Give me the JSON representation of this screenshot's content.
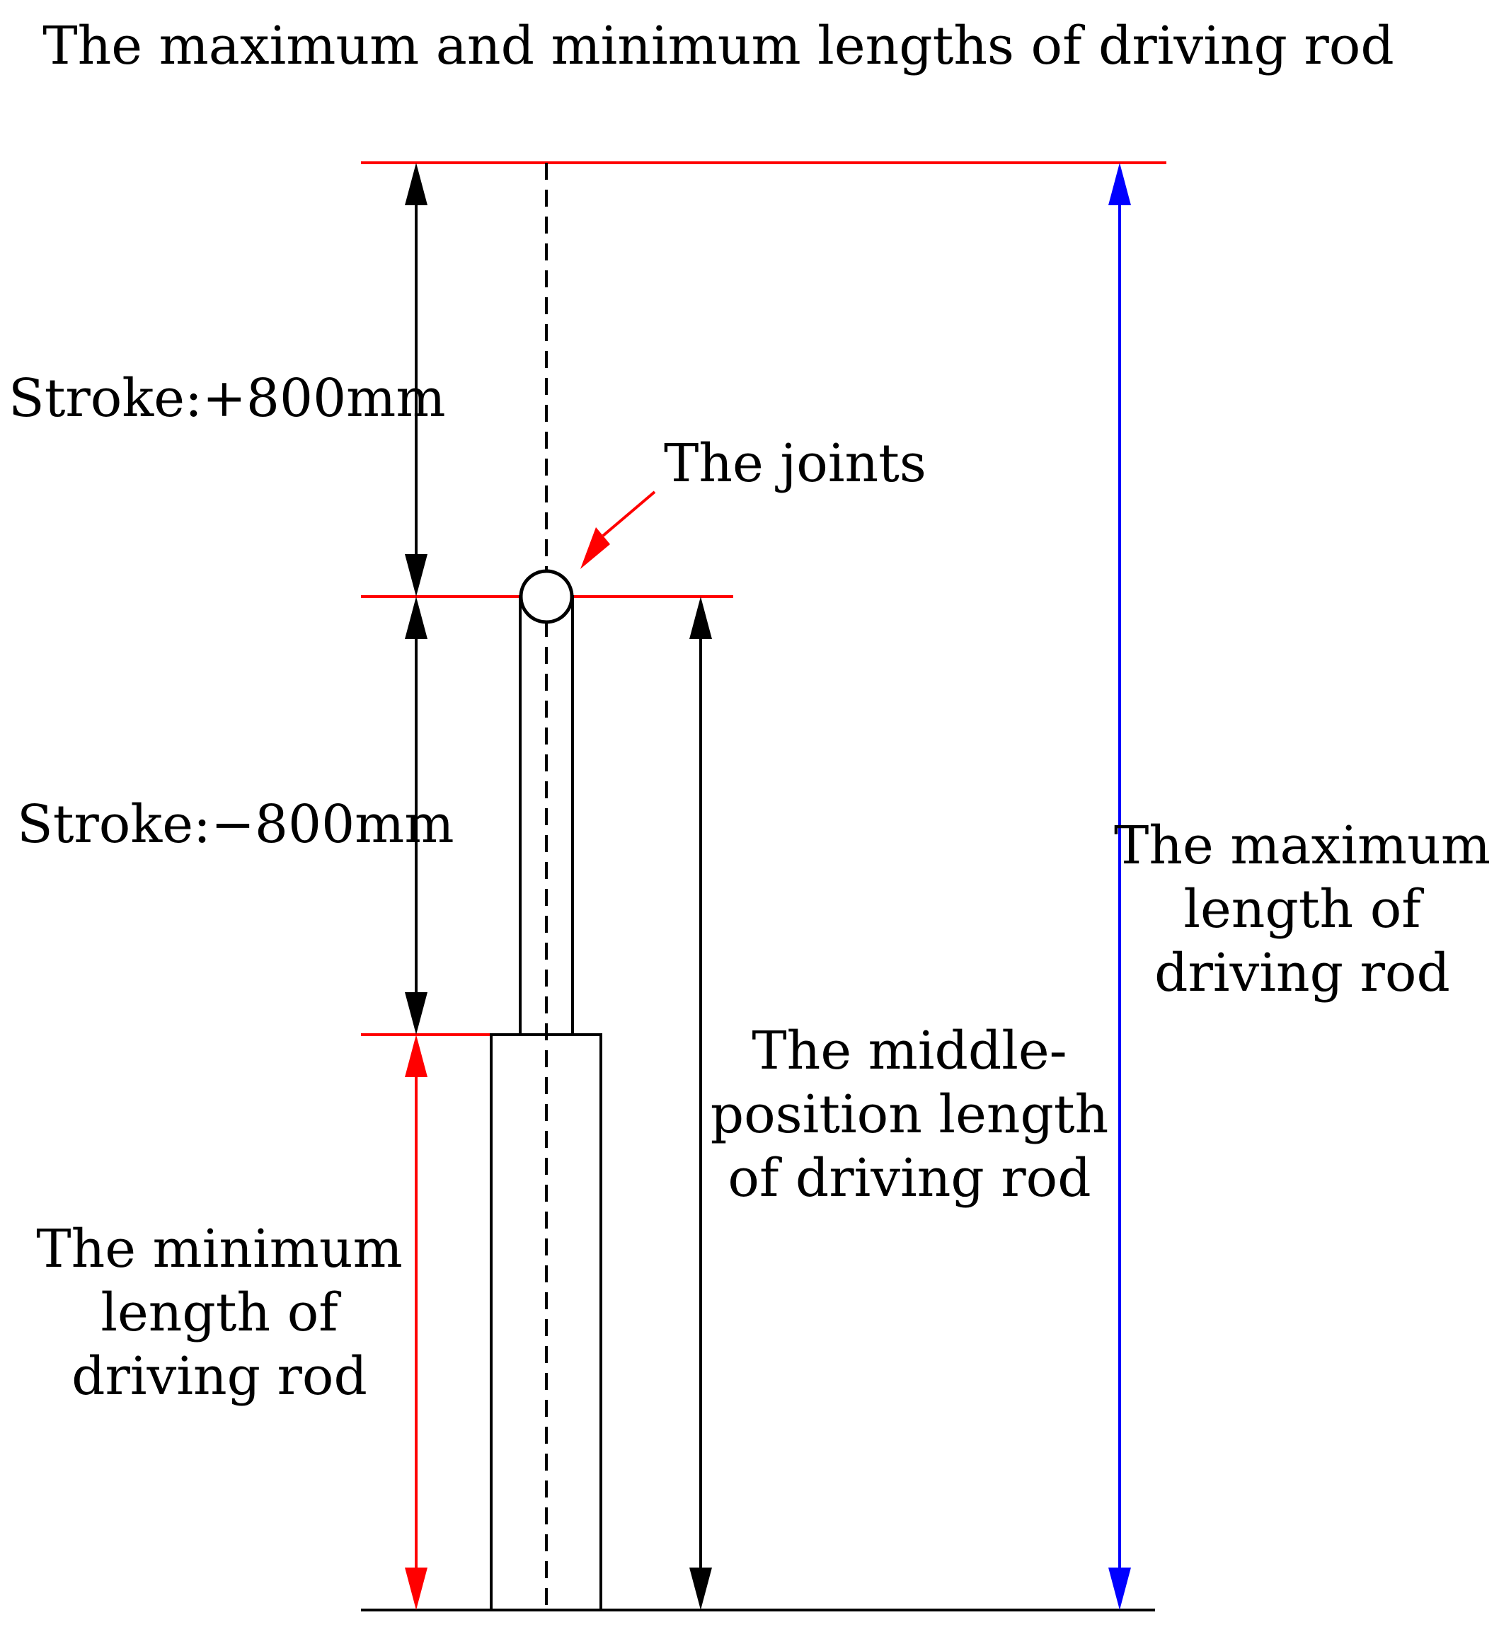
{
  "title": "The maximum and minimum  lengths of driving rod",
  "labels": {
    "stroke_plus": "Stroke:+800mm",
    "stroke_minus": "Stroke:−800mm",
    "joints": "The joints",
    "min_length": [
      "The minimum",
      "length of",
      "driving rod"
    ],
    "middle_length": [
      "The middle-",
      "position  length",
      "of driving rod"
    ],
    "max_length": [
      "The maximum",
      "length of",
      "driving rod"
    ]
  },
  "colors": {
    "red": "#ff0000",
    "blue": "#0000ff",
    "black": "#000000"
  },
  "icons": [
    "joint-circle-icon",
    "pointer-arrow-icon"
  ]
}
